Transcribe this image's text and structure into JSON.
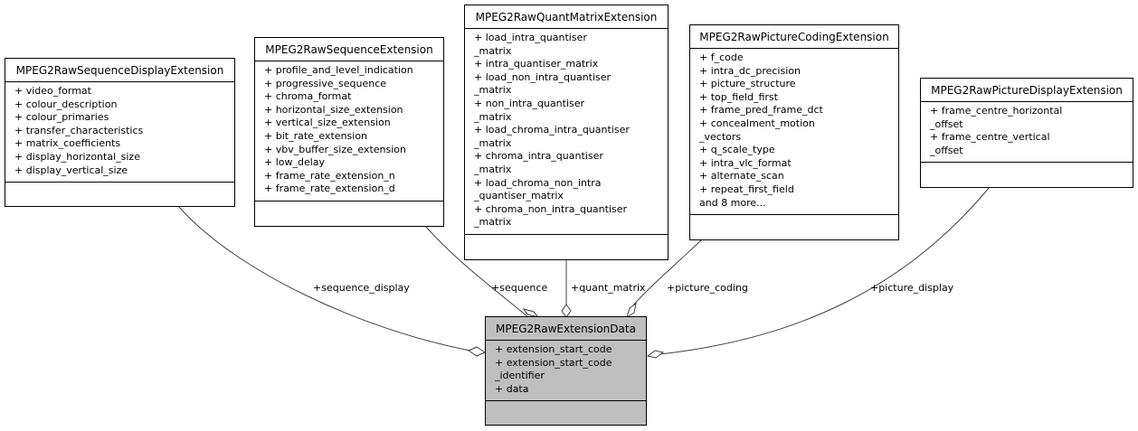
{
  "classes": {
    "seq_display": {
      "name": "MPEG2RawSequenceDisplayExtension",
      "attrs": [
        "+ video_format",
        "+ colour_description",
        "+ colour_primaries",
        "+ transfer_characteristics",
        "+ matrix_coefficients",
        "+ display_horizontal_size",
        "+ display_vertical_size"
      ]
    },
    "sequence": {
      "name": "MPEG2RawSequenceExtension",
      "attrs": [
        "+ profile_and_level_indication",
        "+ progressive_sequence",
        "+ chroma_format",
        "+ horizontal_size_extension",
        "+ vertical_size_extension",
        "+ bit_rate_extension",
        "+ vbv_buffer_size_extension",
        "+ low_delay",
        "+ frame_rate_extension_n",
        "+ frame_rate_extension_d"
      ]
    },
    "quant_matrix": {
      "name": "MPEG2RawQuantMatrixExtension",
      "attrs": [
        "+ load_intra_quantiser",
        "_matrix",
        "+ intra_quantiser_matrix",
        "+ load_non_intra_quantiser",
        "_matrix",
        "+ non_intra_quantiser",
        "_matrix",
        "+ load_chroma_intra_quantiser",
        "_matrix",
        "+ chroma_intra_quantiser",
        "_matrix",
        "+ load_chroma_non_intra",
        "_quantiser_matrix",
        "+ chroma_non_intra_quantiser",
        "_matrix"
      ]
    },
    "picture_coding": {
      "name": "MPEG2RawPictureCodingExtension",
      "attrs": [
        "+ f_code",
        "+ intra_dc_precision",
        "+ picture_structure",
        "+ top_field_first",
        "+ frame_pred_frame_dct",
        "+ concealment_motion",
        "_vectors",
        "+ q_scale_type",
        "+ intra_vlc_format",
        "+ alternate_scan",
        "+ repeat_first_field",
        "and 8 more..."
      ]
    },
    "picture_display": {
      "name": "MPEG2RawPictureDisplayExtension",
      "attrs": [
        "+ frame_centre_horizontal",
        "_offset",
        "+ frame_centre_vertical",
        "_offset"
      ]
    },
    "extension_data": {
      "name": "MPEG2RawExtensionData",
      "attrs": [
        "+ extension_start_code",
        "+ extension_start_code",
        "_identifier",
        "+ data"
      ]
    }
  },
  "relations": {
    "sequence_display": "+sequence_display",
    "sequence": "+sequence",
    "quant_matrix": "+quant_matrix",
    "picture_coding": "+picture_coding",
    "picture_display": "+picture_display"
  },
  "colors": {
    "focus_fill": "#bfbfbf",
    "edge": "#404040"
  }
}
